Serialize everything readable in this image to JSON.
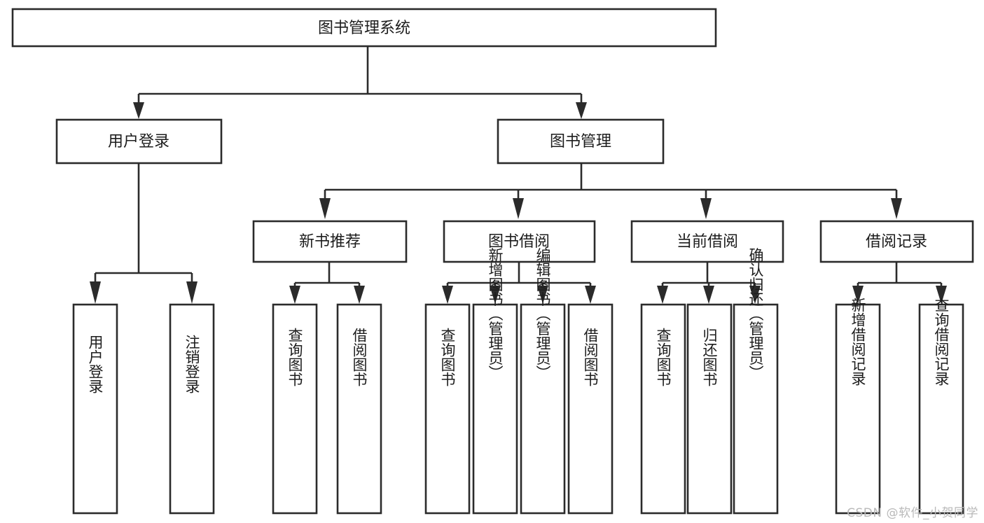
{
  "diagram": {
    "type": "tree-hierarchy-chart",
    "title": "图书管理系统",
    "watermark": "CSDN @软件_小贺同学",
    "colors": {
      "background": "#ffffff",
      "box_fill": "#ffffff",
      "box_stroke": "#2b2b2b",
      "text": "#1c1c1c",
      "watermark": "#b9b9b9"
    },
    "levels": {
      "root": {
        "label": "图书管理系统"
      },
      "level2": [
        {
          "label": "用户登录"
        },
        {
          "label": "图书管理"
        }
      ],
      "level3": [
        {
          "label": "新书推荐"
        },
        {
          "label": "图书借阅"
        },
        {
          "label": "当前借阅"
        },
        {
          "label": "借阅记录"
        }
      ],
      "leaves": [
        {
          "label": "用户登录",
          "parent": "用户登录"
        },
        {
          "label": "注销登录",
          "parent": "用户登录"
        },
        {
          "label": "查询图书",
          "parent": "新书推荐"
        },
        {
          "label": "借阅图书",
          "parent": "新书推荐"
        },
        {
          "label": "查询图书",
          "parent": "图书借阅"
        },
        {
          "label": "新增图书（管理员）",
          "parent": "图书借阅"
        },
        {
          "label": "编辑图书（管理员）",
          "parent": "图书借阅"
        },
        {
          "label": "借阅图书",
          "parent": "图书借阅"
        },
        {
          "label": "查询图书",
          "parent": "当前借阅"
        },
        {
          "label": "归还图书",
          "parent": "当前借阅"
        },
        {
          "label": "确认归还（管理员）",
          "parent": "当前借阅"
        },
        {
          "label": "新增借阅记录",
          "parent": "借阅记录"
        },
        {
          "label": "查询借阅记录",
          "parent": "借阅记录"
        }
      ]
    }
  }
}
